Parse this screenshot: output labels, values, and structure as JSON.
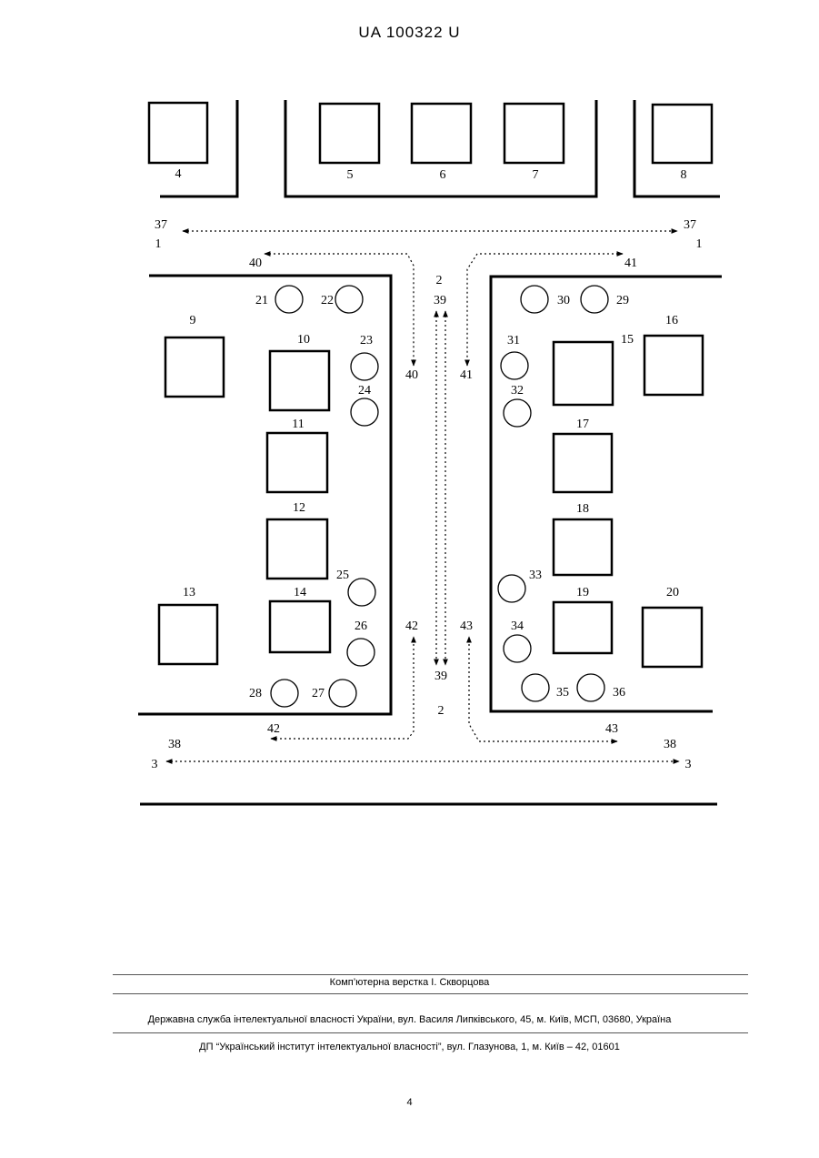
{
  "header": {
    "doc_number": "UA   100322   U"
  },
  "drawing": {
    "blocks": [
      {
        "id": "b4",
        "label": "4"
      },
      {
        "id": "b5",
        "label": "5"
      },
      {
        "id": "b6",
        "label": "6"
      },
      {
        "id": "b7",
        "label": "7"
      },
      {
        "id": "b8",
        "label": "8"
      },
      {
        "id": "b9",
        "label": "9"
      },
      {
        "id": "b10",
        "label": "10"
      },
      {
        "id": "b11",
        "label": "11"
      },
      {
        "id": "b12",
        "label": "12"
      },
      {
        "id": "b13",
        "label": "13"
      },
      {
        "id": "b14",
        "label": "14"
      },
      {
        "id": "b15",
        "label": "15"
      },
      {
        "id": "b16",
        "label": "16"
      },
      {
        "id": "b17",
        "label": "17"
      },
      {
        "id": "b18",
        "label": "18"
      },
      {
        "id": "b19",
        "label": "19"
      },
      {
        "id": "b20",
        "label": "20"
      }
    ],
    "circles": [
      {
        "id": "c21",
        "label": "21"
      },
      {
        "id": "c22",
        "label": "22"
      },
      {
        "id": "c23",
        "label": "23"
      },
      {
        "id": "c24",
        "label": "24"
      },
      {
        "id": "c25",
        "label": "25"
      },
      {
        "id": "c26",
        "label": "26"
      },
      {
        "id": "c27",
        "label": "27"
      },
      {
        "id": "c28",
        "label": "28"
      },
      {
        "id": "c29",
        "label": "29"
      },
      {
        "id": "c30",
        "label": "30"
      },
      {
        "id": "c31",
        "label": "31"
      },
      {
        "id": "c32",
        "label": "32"
      },
      {
        "id": "c33",
        "label": "33"
      },
      {
        "id": "c34",
        "label": "34"
      },
      {
        "id": "c35",
        "label": "35"
      },
      {
        "id": "c36",
        "label": "36"
      }
    ],
    "labels": {
      "road_top": "1",
      "road_mid": "2",
      "road_bottom": "3",
      "flow_top": "37",
      "flow_bottom": "38",
      "flow_mid": "39",
      "turn_tl": "40",
      "turn_tr": "41",
      "turn_bl": "42",
      "turn_br": "43"
    }
  },
  "footer": {
    "layout_credit": "Комп’ютерна верстка І. Скворцова",
    "agency": "Державна служба інтелектуальної власності України, вул. Василя Липківського, 45, м. Київ, МСП, 03680, Україна",
    "institute": "ДП “Український інститут інтелектуальної власності”, вул. Глазунова, 1, м. Київ – 42, 01601",
    "page_number": "4"
  }
}
